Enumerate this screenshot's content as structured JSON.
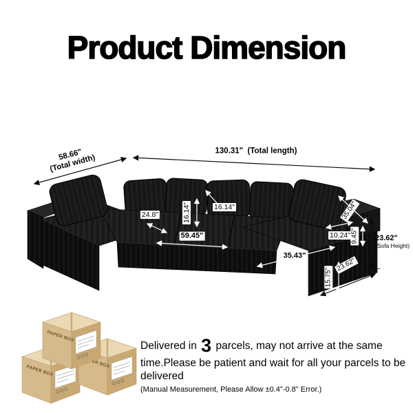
{
  "title": "Product Dimension",
  "dims": {
    "total_width": "58.66\"",
    "total_width_caption": "(Total width)",
    "total_length": "130.31\"",
    "total_length_caption": "(Total length)",
    "seat_depth": "24.8\"",
    "back_pillow_height_a": "16.14\"",
    "back_pillow_height_b": "16.14\"",
    "middle_seat_width": "59.45\"",
    "chaise_length": "35.43\"",
    "armrest_width": "10.24\"",
    "sofa_height": "23.62\"",
    "sofa_height_caption": "(Sofa Height)",
    "armrest_height": "9.45\"",
    "chaise_back_width": "35.04\"",
    "chaise_front_width": "23.62\"",
    "chaise_front_height": "15.75\""
  },
  "delivery": {
    "prefix": "Delivered in",
    "parcel_count": "3",
    "suffix": "parcels, may not arrive at the same time.Please be patient and wait for all your parcels to be delivered",
    "note": "(Manual Measurement, Please Allow ±0.4\"-0.8\" Error.)"
  },
  "boxes": {
    "label": "PAPER BOX"
  },
  "colors": {
    "sofa_black": "#121212",
    "box_top": "#ead9b2",
    "box_front": "#d7ba8b",
    "box_side": "#c9a873",
    "arrow_dark": "#0a0a0a",
    "arrow_light": "#ffffff"
  }
}
